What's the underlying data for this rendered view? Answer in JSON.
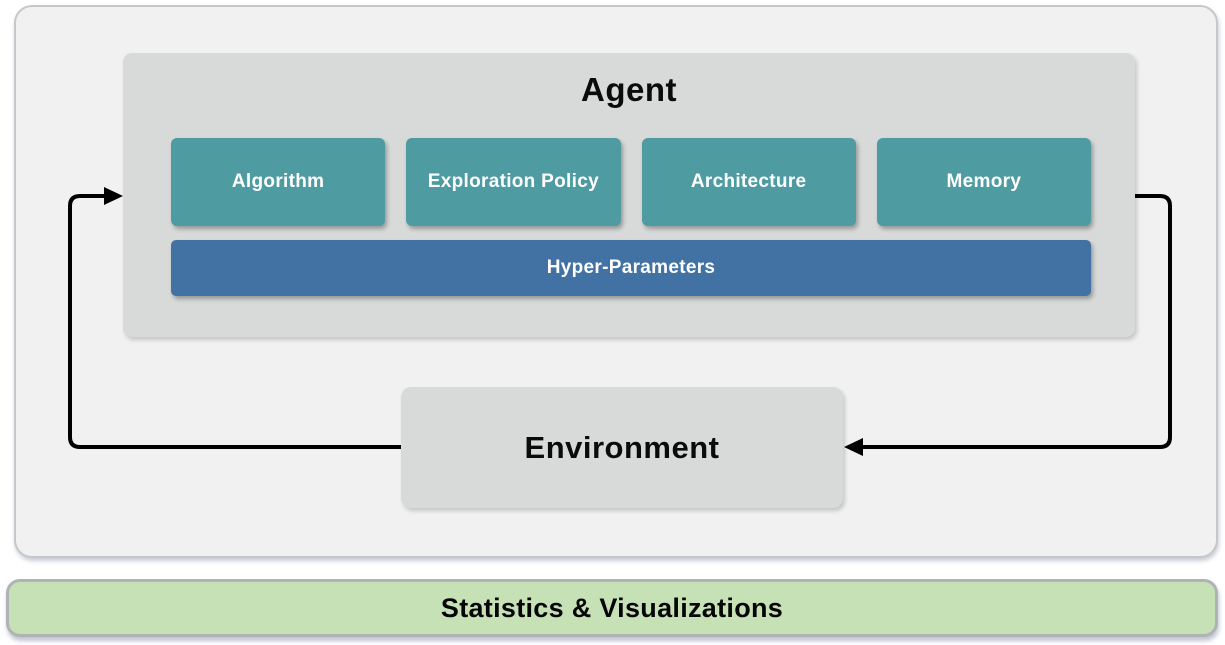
{
  "diagram": {
    "agent": {
      "title": "Agent",
      "components": [
        "Algorithm",
        "Exploration Policy",
        "Architecture",
        "Memory"
      ],
      "hyper_parameters_label": "Hyper-Parameters"
    },
    "environment": {
      "title": "Environment"
    },
    "footer": {
      "label": "Statistics & Visualizations"
    },
    "colors": {
      "component_teal": "#4f9ba2",
      "hyper_parameters_blue": "#4272a3",
      "footer_green": "#c7e1b6",
      "panel_gray": "#d8d9d9",
      "container_gray": "#f1f1f2",
      "arrow_black": "#000000"
    }
  }
}
